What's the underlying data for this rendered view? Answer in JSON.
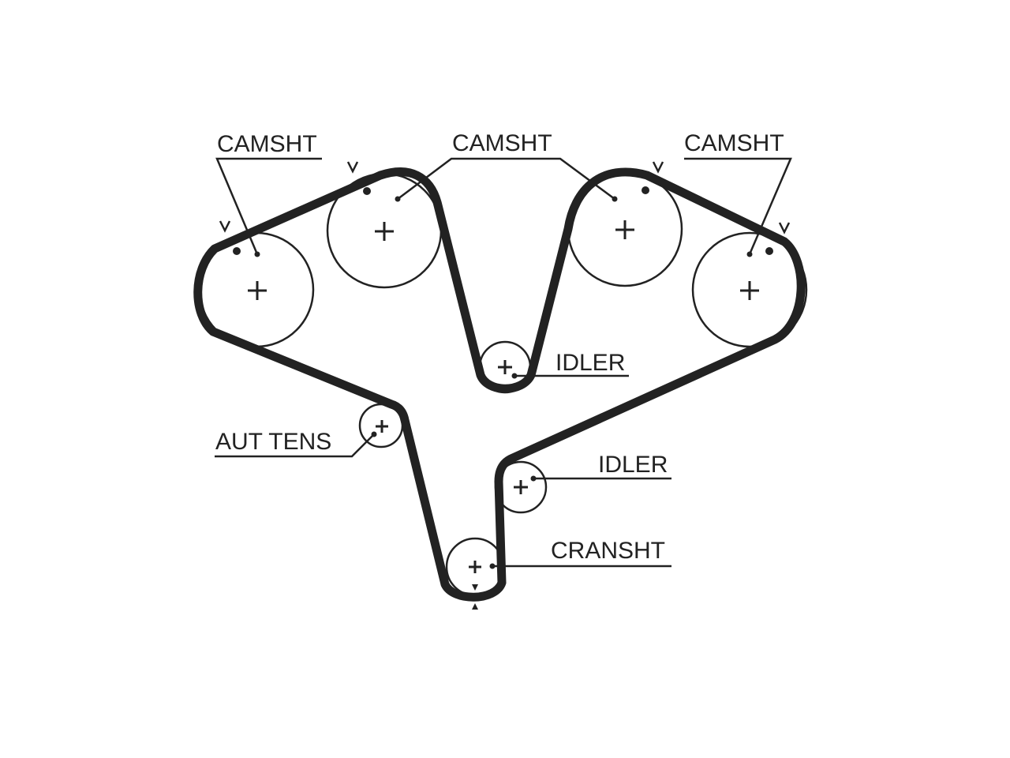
{
  "diagram": {
    "labels": {
      "camsht_left": "CAMSHT",
      "camsht_center": "CAMSHT",
      "camsht_right": "CAMSHT",
      "idler_upper": "IDLER",
      "idler_lower": "IDLER",
      "aut_tens": "AUT TENS",
      "cransht": "CRANSHT"
    },
    "colors": {
      "line": "#222222",
      "background": "#ffffff"
    }
  }
}
